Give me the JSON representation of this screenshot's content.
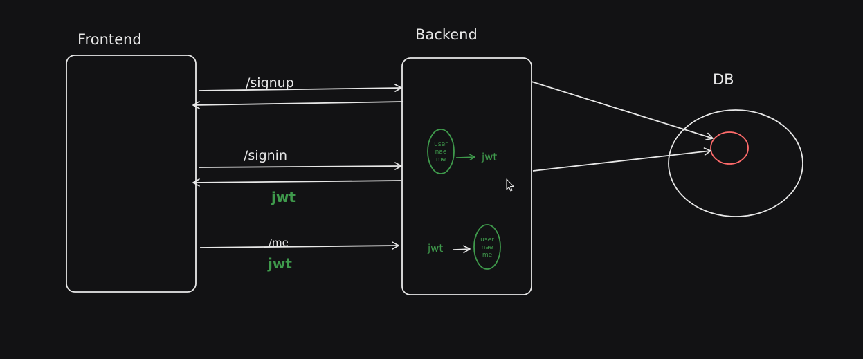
{
  "labels": {
    "frontend": "Frontend",
    "backend": "Backend",
    "db": "DB"
  },
  "arrows": {
    "signup": "/signup",
    "signin": "/signin",
    "me": "/me",
    "jwt_response": "jwt",
    "jwt_request": "jwt"
  },
  "backend_flow": {
    "sign_node": [
      "user",
      "nae",
      "me"
    ],
    "sign_output": "jwt",
    "verify_input": "jwt",
    "verify_node": [
      "user",
      "nae",
      "me"
    ]
  },
  "colors": {
    "background": "#121214",
    "stroke": "#e8e8e8",
    "green": "#3f9a4c",
    "red": "#ff6b6b"
  }
}
